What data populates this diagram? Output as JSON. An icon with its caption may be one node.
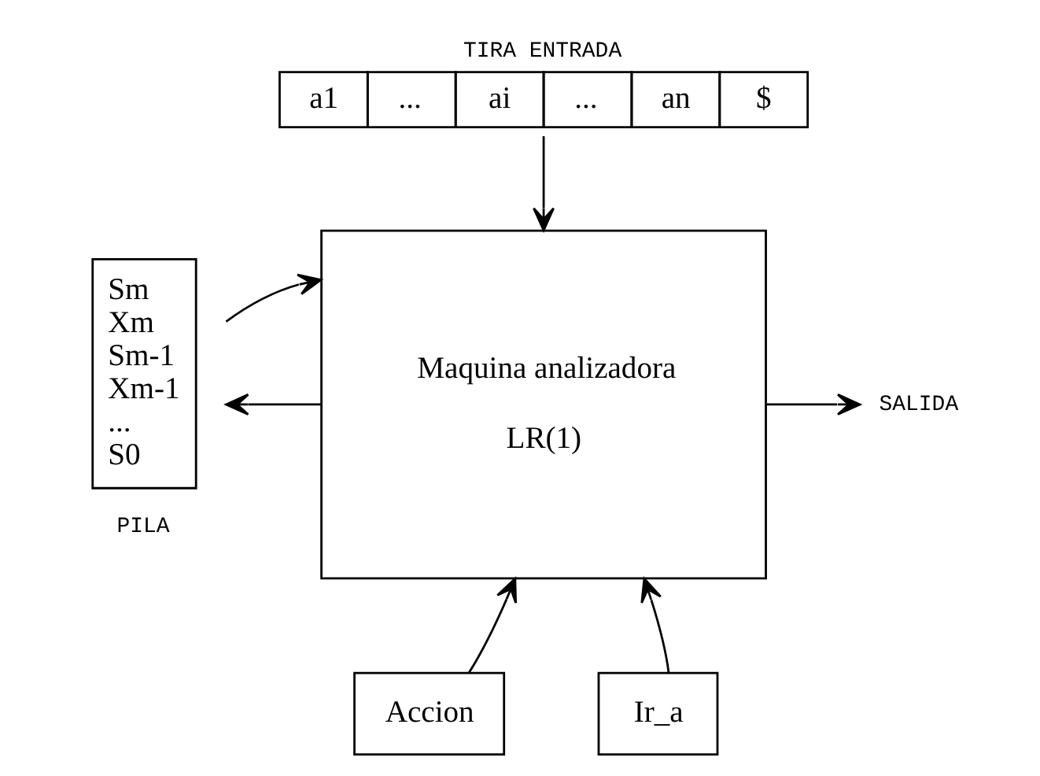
{
  "diagram": {
    "nodes": [
      {
        "text": [
          "TIRA ENTRADA",
          "a1",
          "...",
          "ai",
          "...",
          "an",
          "$"
        ]
      },
      {
        "text": [
          "Sm",
          "Xm",
          "Sm-1",
          "Xm-1",
          "...",
          "S0"
        ],
        "beside": [
          "PILA"
        ]
      },
      {
        "text": [
          "Maquina analizadora",
          "LR(1)"
        ]
      },
      {
        "text": [
          "SALIDA"
        ]
      },
      {
        "text": [
          "Accion"
        ]
      },
      {
        "text": [
          "Ir_a"
        ]
      }
    ],
    "edges": [
      {
        "from": 0,
        "to": 2,
        "arrow": "to"
      },
      {
        "from": 2,
        "to": 1,
        "arrow": "to"
      },
      {
        "from": 1,
        "to": 2,
        "arrow": "to"
      },
      {
        "from": 2,
        "to": 3,
        "arrow": "to"
      },
      {
        "from": 4,
        "to": 2,
        "arrow": "to"
      },
      {
        "from": 5,
        "to": 2,
        "arrow": "to"
      }
    ]
  }
}
